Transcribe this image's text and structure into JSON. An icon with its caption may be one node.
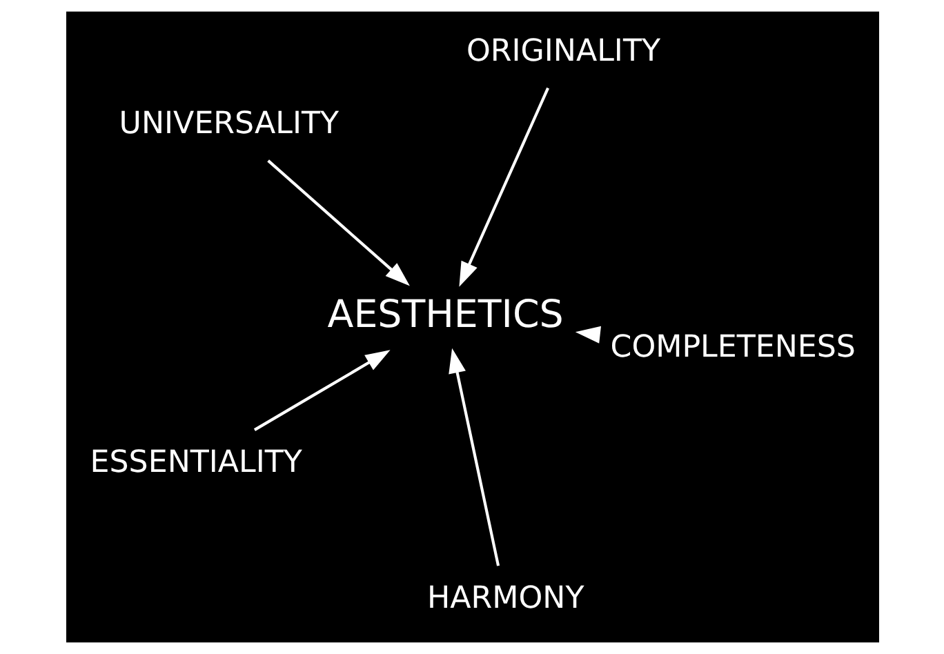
{
  "diagram": {
    "nodes": [
      {
        "text": [
          "UNIVERSALITY"
        ]
      },
      {
        "text": [
          "COMPLETENESS"
        ]
      },
      {
        "text": [
          "HARMONY"
        ]
      },
      {
        "text": [
          "AESTHETICS"
        ]
      },
      {
        "text": [
          "ORIGINALITY"
        ]
      },
      {
        "text": [
          "ESSENTIALITY"
        ]
      }
    ],
    "edges": [
      {
        "from": 0,
        "to": 3,
        "arrow": "to"
      },
      {
        "from": 1,
        "to": 3,
        "arrow": "to"
      },
      {
        "from": 2,
        "to": 3,
        "arrow": "to"
      },
      {
        "from": 4,
        "to": 3,
        "arrow": "to"
      },
      {
        "from": 5,
        "to": 3,
        "arrow": "to"
      }
    ]
  }
}
